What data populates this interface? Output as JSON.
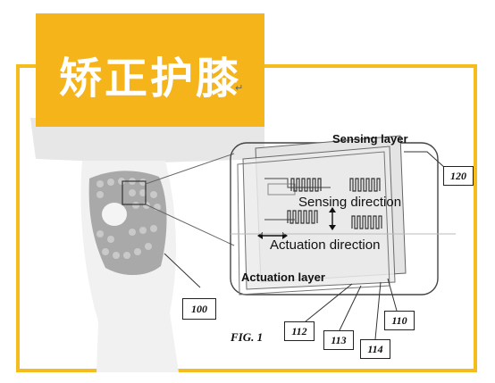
{
  "banner": {
    "title": "矫正护膝",
    "mark": "↵"
  },
  "labels": {
    "sensing_layer": "Sensing layer",
    "sensing_direction": "Sensing direction",
    "actuation_direction": "Actuation direction",
    "actuation_layer": "Actuation layer"
  },
  "refs": {
    "r120": "120",
    "r100": "100",
    "r112": "112",
    "r113": "113",
    "r114": "114",
    "r110": "110"
  },
  "figure_caption": "FIG. 1",
  "colors": {
    "banner": "#f4b41a",
    "frame": "#f4bc1c"
  }
}
